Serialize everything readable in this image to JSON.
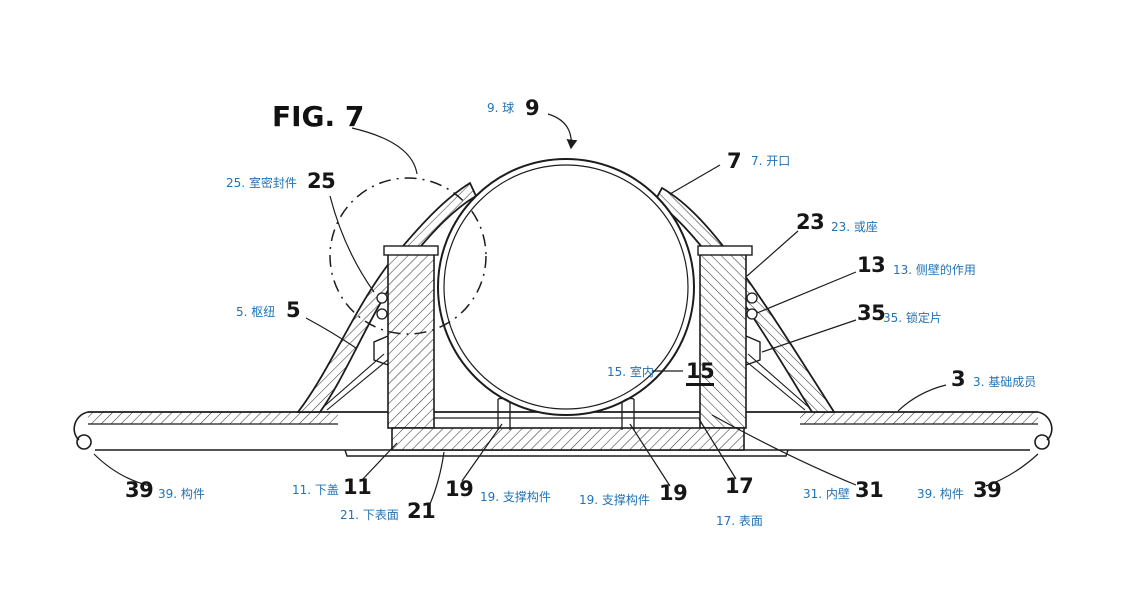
{
  "figure": {
    "title": "FIG. 7",
    "accent_color": "#2273b6",
    "line_color": "#1c1c1c"
  },
  "labels": [
    {
      "number": "25",
      "annotation": "25. 室密封件"
    },
    {
      "number": "5",
      "annotation": "5. 枢纽"
    },
    {
      "number": "9",
      "annotation": "9. 球"
    },
    {
      "number": "7",
      "annotation": "7. 开口"
    },
    {
      "number": "23",
      "annotation": "23. 或座"
    },
    {
      "number": "13",
      "annotation": "13. 侧壁的作用"
    },
    {
      "number": "35",
      "annotation": "35. 锁定片"
    },
    {
      "number": "3",
      "annotation": "3. 基础成员"
    },
    {
      "number": "15",
      "annotation": "15. 室内"
    },
    {
      "number": "39",
      "annotation": "39. 构件"
    },
    {
      "number": "11",
      "annotation": "11. 下盖"
    },
    {
      "number": "21",
      "annotation": "21. 下表面"
    },
    {
      "number": "19",
      "annotation": "19. 支撑构件"
    },
    {
      "number": "19",
      "annotation": "19. 支撑构件"
    },
    {
      "number": "17",
      "annotation": "17. 表面"
    },
    {
      "number": "31",
      "annotation": "31. 内壁"
    },
    {
      "number": "39",
      "annotation": "39. 构件"
    }
  ]
}
